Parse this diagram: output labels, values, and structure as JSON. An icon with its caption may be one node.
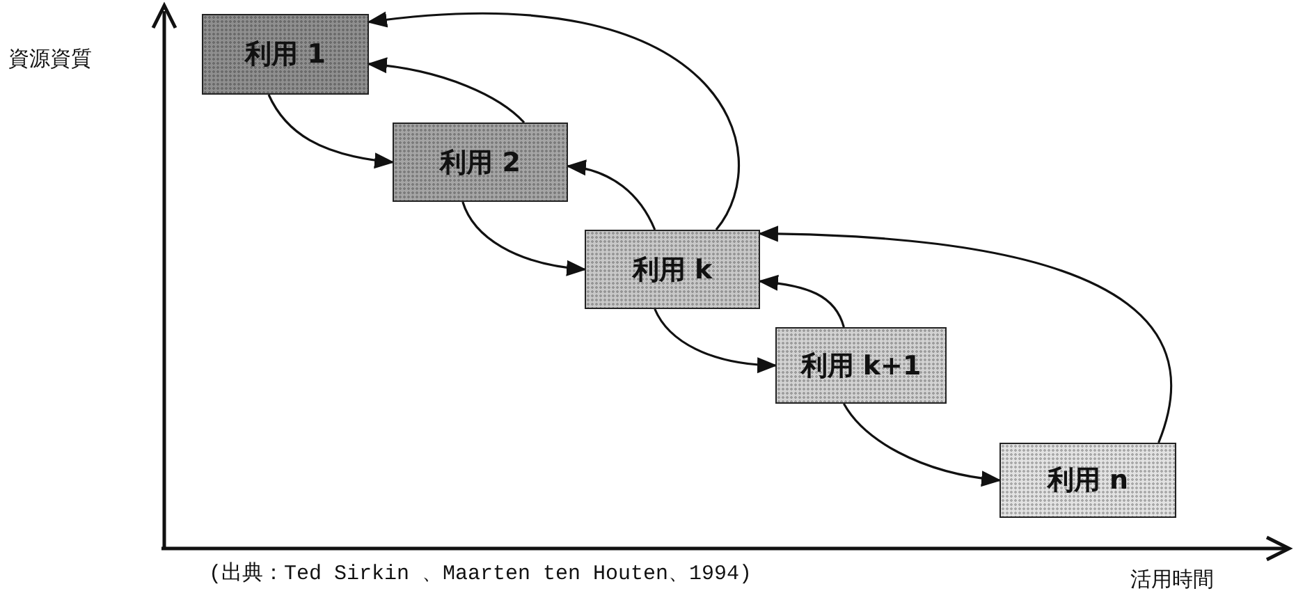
{
  "diagram": {
    "caption": "(出典：Ted Sirkin 、Maarten ten Houten、1994)",
    "nodes": [
      {
        "text": [
          "利用 1"
        ]
      },
      {
        "text": [
          "利用 2"
        ]
      },
      {
        "text": [
          "利用 k"
        ]
      },
      {
        "text": [
          "利用 k+1"
        ]
      },
      {
        "text": [
          "利用 n"
        ]
      }
    ],
    "edges": [
      {
        "from": 0,
        "to": 1,
        "arrow": "to"
      },
      {
        "from": 1,
        "to": 2,
        "arrow": "to"
      },
      {
        "from": 2,
        "to": 3,
        "arrow": "to"
      },
      {
        "from": 3,
        "to": 4,
        "arrow": "to"
      },
      {
        "from": 1,
        "to": 0,
        "arrow": "to"
      },
      {
        "from": 2,
        "to": 1,
        "arrow": "to"
      },
      {
        "from": 2,
        "to": 0,
        "arrow": "to"
      },
      {
        "from": 3,
        "to": 2,
        "arrow": "to"
      },
      {
        "from": 4,
        "to": 2,
        "arrow": "to"
      }
    ],
    "labels": [
      "資源資質",
      "活用時間"
    ]
  }
}
